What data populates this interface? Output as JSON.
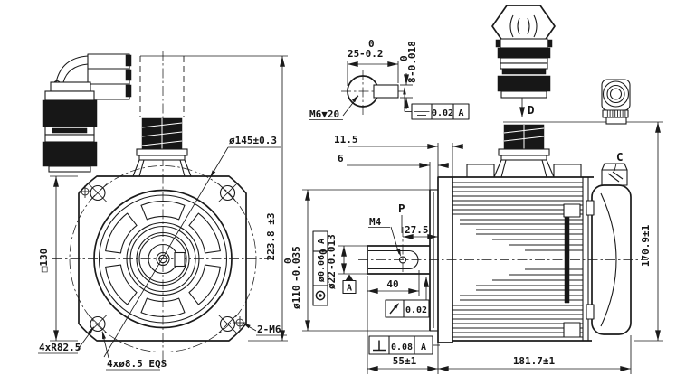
{
  "drawing_type": "servo motor outline dimension drawing",
  "front_view": {
    "flange_size": "□130",
    "overall_height": "223.8 ±3",
    "bolt_circle_dia": "ø145±0.3",
    "corner_radius": "4xR82.5",
    "mounting_holes": "4xø8.5  EQS",
    "eyebolt_holes": "2-M6"
  },
  "shaft_end_view": {
    "shaft_tap": "M6▼20",
    "key_length": {
      "nominal": "25",
      "upper_tol": "0",
      "lower_tol": "-0.2"
    },
    "key_width": {
      "nominal": "8",
      "upper_tol": "0",
      "lower_tol": "-0.018"
    },
    "symmetry": {
      "tolerance": "0.02",
      "datum": "A"
    }
  },
  "side_view": {
    "dim_front_11_5": "11.5",
    "dim_spigot_6": "6",
    "label_p": "P",
    "key_screw": "M4",
    "dim_27_5": "27.5",
    "spigot_dia": {
      "nominal": "ø110",
      "upper_tol": "0",
      "lower_tol": "-0.035"
    },
    "concentricity": {
      "tolerance": "ø0.06",
      "datum": "A"
    },
    "shaft_dia": {
      "nominal": "ø22",
      "upper_tol": "0",
      "lower_tol": "-0.013"
    },
    "datum_flag": "A",
    "key_length": "40",
    "circular_runout": {
      "tolerance": "0.02"
    },
    "perpendicularity": {
      "tolerance": "0.08",
      "datum": "A"
    },
    "shaft_ext_length": "55±1",
    "body_length": "181.7±1",
    "body_height": "170.9±1",
    "connector_d_label": "D",
    "connector_c_label": "C"
  },
  "colors": {
    "line": "#1b1b1b",
    "background": "#ffffff"
  }
}
